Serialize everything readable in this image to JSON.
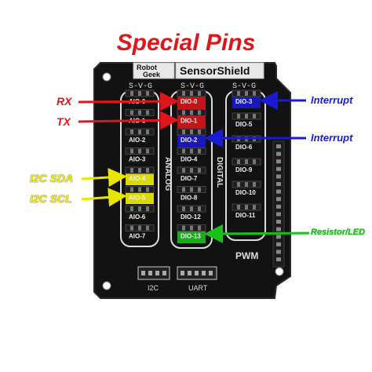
{
  "title": "Special Pins",
  "board": {
    "brand_top": "Robot",
    "brand_bottom": "Geek",
    "name": "SensorShield",
    "header_svg": [
      "S-V-G",
      "S-V-G",
      "S-V-G"
    ],
    "analog_label": "ANALOG",
    "digital_label": "DIGITAL",
    "pwm_label": "PWM",
    "i2c_label": "I2C",
    "uart_label": "UART",
    "aio_pins": [
      "AIO-0",
      "AIO-1",
      "AIO-2",
      "AIO-3",
      "AIO-4",
      "AIO-5",
      "AIO-6",
      "AIO-7"
    ],
    "dio_mid_pins": [
      "DIO-0",
      "DIO-1",
      "DIO-2",
      "DIO-4",
      "DIO-7",
      "DIO-8",
      "DIO-12",
      "DIO-13"
    ],
    "dio_right_pins": [
      "DIO-3",
      "DIO-5",
      "DIO-6",
      "DIO-9",
      "DIO-10",
      "DIO-11"
    ]
  },
  "callouts": {
    "rx": "RX",
    "tx": "TX",
    "interrupt_1": "Interrupt",
    "interrupt_2": "Interrupt",
    "i2c_sda": "I2C SDA",
    "i2c_scl": "I2C SCL",
    "resistor_led": "Resistor/LED"
  },
  "colors": {
    "title": "#e0161b",
    "rx_tx_highlight": "#e0161b",
    "interrupt_highlight": "#1a1ad0",
    "i2c_highlight": "#f2f200",
    "led_highlight": "#18c018",
    "pcb": "#121212",
    "pin_header": "#1e1e1e"
  }
}
